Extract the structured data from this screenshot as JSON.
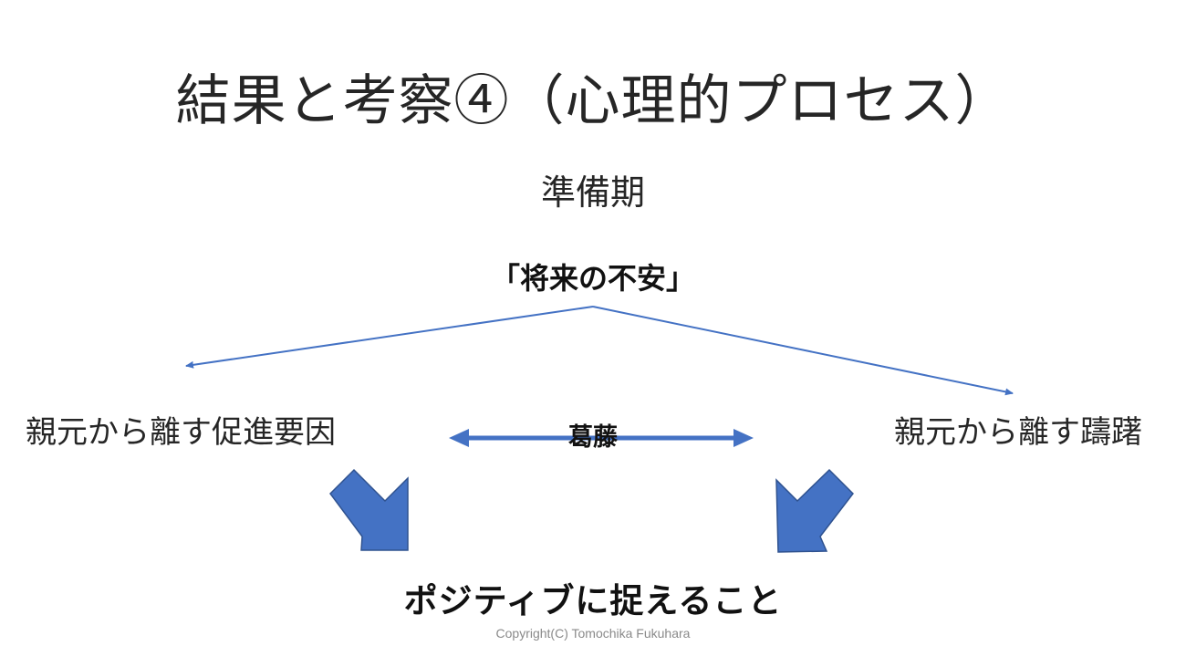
{
  "title": "結果と考察④（心理的プロセス）",
  "stage_label": "準備期",
  "nodes": {
    "top": "「将来の不安」",
    "left": "親元から離す促進要因",
    "right": "親元から離す躊躇",
    "center": "葛藤",
    "bottom": "ポジティブに捉えること"
  },
  "footer": {
    "copyright": "Copyright(C) Tomochika Fukuhara"
  },
  "colors": {
    "line": "#4472c4",
    "block_arrow": "#4472c4",
    "block_arrow_outline": "#2f528f"
  }
}
